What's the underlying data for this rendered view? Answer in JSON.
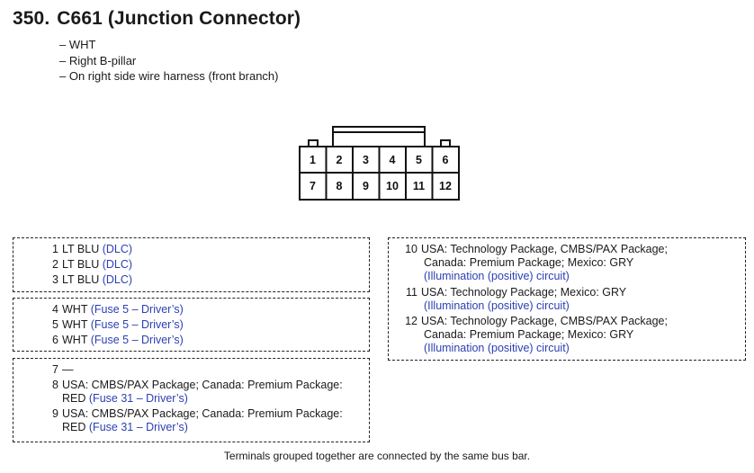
{
  "header": {
    "number": "350.",
    "name": "C661 (Junction Connector)",
    "notes": [
      "– WHT",
      "– Right B-pillar",
      "– On right side wire harness (front branch)"
    ]
  },
  "connector": {
    "top_row": [
      "1",
      "2",
      "3",
      "4",
      "5",
      "6"
    ],
    "bottom_row": [
      "7",
      "8",
      "9",
      "10",
      "11",
      "12"
    ]
  },
  "groups": {
    "g1": [
      {
        "pin": "1",
        "text": "LT BLU",
        "ref": "(DLC)"
      },
      {
        "pin": "2",
        "text": "LT BLU",
        "ref": "(DLC)"
      },
      {
        "pin": "3",
        "text": "LT BLU",
        "ref": "(DLC)"
      }
    ],
    "g2": [
      {
        "pin": "4",
        "text": "WHT",
        "ref": "(Fuse 5 – Driver’s)"
      },
      {
        "pin": "5",
        "text": "WHT",
        "ref": "(Fuse 5 – Driver’s)"
      },
      {
        "pin": "6",
        "text": "WHT",
        "ref": "(Fuse 5 – Driver’s)"
      }
    ],
    "g3": [
      {
        "pin": "7",
        "text": "—"
      },
      {
        "pin": "8",
        "text": "USA: CMBS/PAX Package; Canada: Premium Package:",
        "cont": "RED",
        "ref": "(Fuse 31 – Driver’s)"
      },
      {
        "pin": "9",
        "text": "USA: CMBS/PAX Package; Canada: Premium Package:",
        "cont": "RED",
        "ref": "(Fuse 31 – Driver’s)"
      }
    ],
    "g4": [
      {
        "pin": "10",
        "text": "USA: Technology Package, CMBS/PAX Package;",
        "cont": "Canada: Premium Package; Mexico: GRY",
        "ref": "(Illumination (positive) circuit)"
      },
      {
        "pin": "11",
        "text": "USA: Technology Package; Mexico: GRY",
        "ref": "(Illumination (positive) circuit)"
      },
      {
        "pin": "12",
        "text": "USA: Technology Package, CMBS/PAX Package;",
        "cont": "Canada: Premium Package; Mexico: GRY",
        "ref": "(Illumination (positive) circuit)"
      }
    ]
  },
  "footer": "Terminals grouped together are connected by the same bus bar."
}
